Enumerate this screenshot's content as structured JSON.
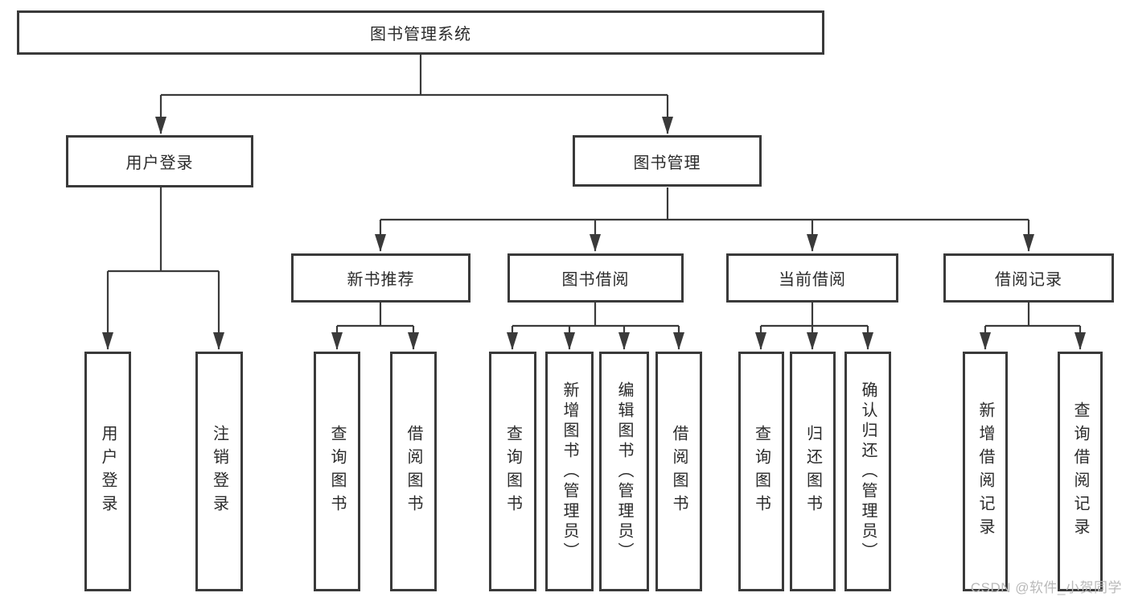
{
  "tree": {
    "label": "图书管理系统",
    "children": [
      {
        "label": "用户登录",
        "children": [
          {
            "label": "用户登录"
          },
          {
            "label": "注销登录"
          }
        ]
      },
      {
        "label": "图书管理",
        "children": [
          {
            "label": "新书推荐",
            "children": [
              {
                "label": "查询图书"
              },
              {
                "label": "借阅图书"
              }
            ]
          },
          {
            "label": "图书借阅",
            "children": [
              {
                "label": "查询图书"
              },
              {
                "label": "新增图书（管理员）"
              },
              {
                "label": "编辑图书（管理员）"
              },
              {
                "label": "借阅图书"
              }
            ]
          },
          {
            "label": "当前借阅",
            "children": [
              {
                "label": "查询图书"
              },
              {
                "label": "归还图书"
              },
              {
                "label": "确认归还（管理员）"
              }
            ]
          },
          {
            "label": "借阅记录",
            "children": [
              {
                "label": "新增借阅记录"
              },
              {
                "label": "查询借阅记录"
              }
            ]
          }
        ]
      }
    ]
  },
  "watermark": "CSDN @软件_小贺同学",
  "colors": {
    "line": "#3a3a3a",
    "text": "#2b2b2b",
    "watermark": "#b9b9b9",
    "background": "#ffffff"
  }
}
